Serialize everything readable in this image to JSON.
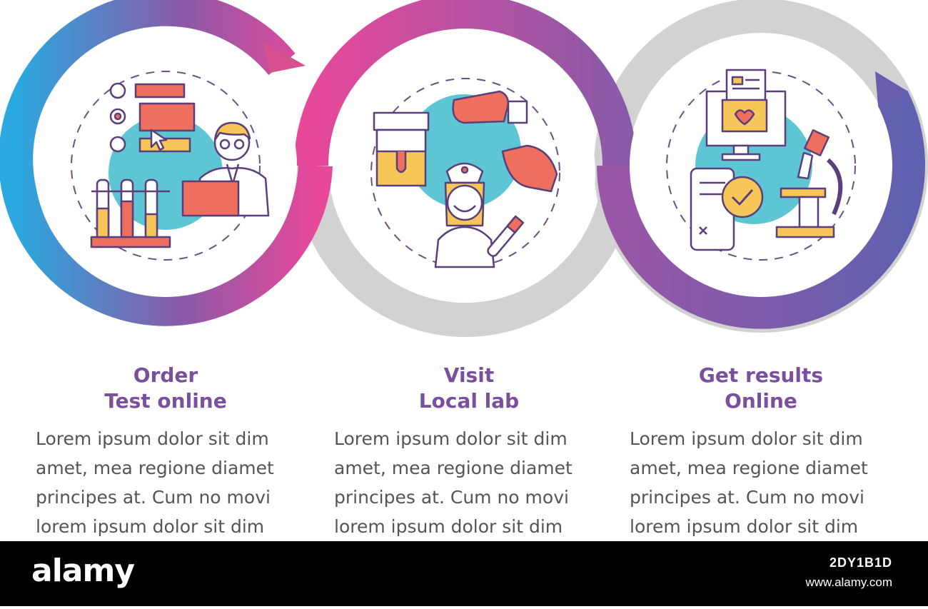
{
  "colors": {
    "blue": "#2aa8df",
    "pink": "#e8489a",
    "purple": "#8a5aa8",
    "indigo": "#6860b0",
    "gray": "#d2d2d2",
    "teal": "#5ec5d4",
    "coral": "#ef6f5e",
    "yellow": "#f6c658",
    "title": "#7a4f9e",
    "body": "#555555"
  },
  "steps": [
    {
      "title_line1": "Order",
      "title_line2": "Test online",
      "icon": "order-test-online-icon",
      "body": [
        "Lorem ipsum dolor sit dim",
        "amet, mea regione diamet",
        "principes at. Cum no movi",
        "lorem ipsum dolor sit dim"
      ]
    },
    {
      "title_line1": "Visit",
      "title_line2": "Local lab",
      "icon": "lab-visit-icon",
      "body": [
        "Lorem ipsum dolor sit dim",
        "amet, mea regione diamet",
        "principes at. Cum no movi",
        "lorem ipsum dolor sit dim"
      ]
    },
    {
      "title_line1": "Get results",
      "title_line2": "Online",
      "icon": "online-results-icon",
      "body": [
        "Lorem ipsum dolor sit dim",
        "amet, mea regione diamet",
        "principes at. Cum no movi",
        "lorem ipsum dolor sit dim"
      ]
    }
  ],
  "footer": {
    "logo": "alamy",
    "image_code": "2DY1B1D",
    "url": "www.alamy.com"
  }
}
